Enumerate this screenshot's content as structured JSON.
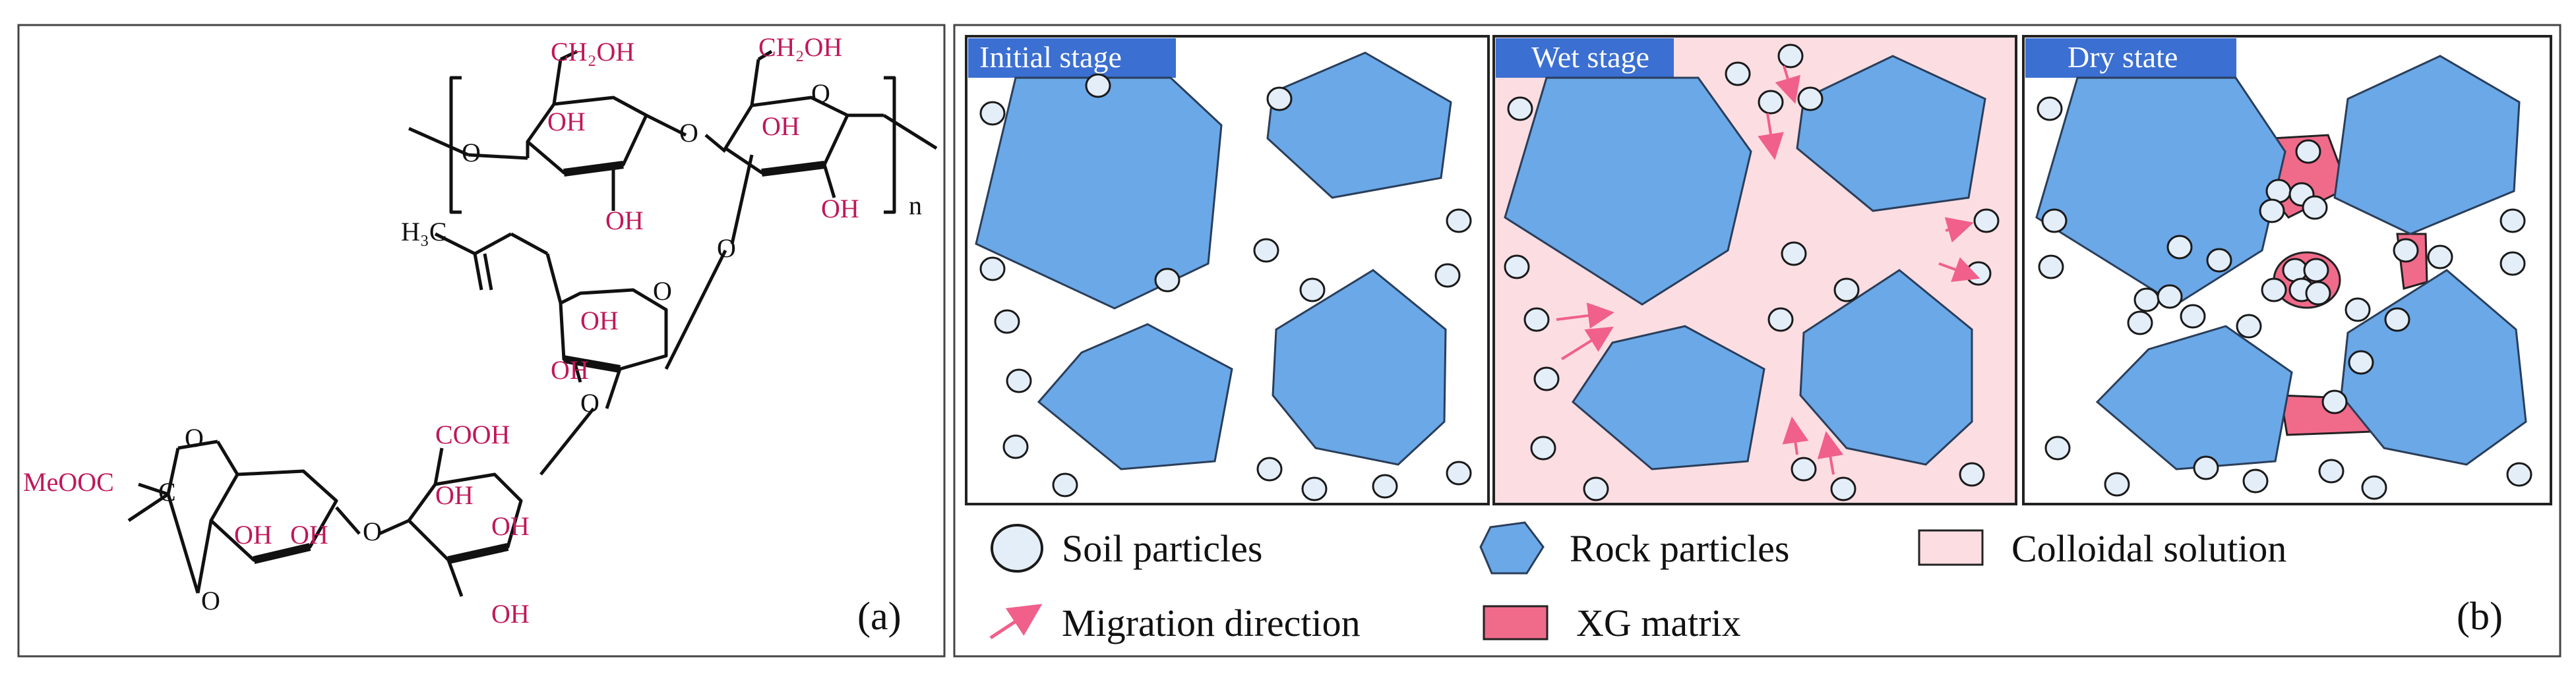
{
  "panel_a": {
    "label": "(a)",
    "groups": {
      "ch2oh_1": "CH₂OH",
      "ch2oh_2": "CH₂OH",
      "oh_1": "OH",
      "oh_2": "OH",
      "oh_3": "OH",
      "oh_4": "OH",
      "oh_5": "OH",
      "oh_6": "OH",
      "oh_7": "OH",
      "oh_8": "OH",
      "oh_9": "OH",
      "oh_10": "OH",
      "oh_11": "OH",
      "cooh": "COOH",
      "meooc": "MeOOC",
      "ch3": "H₃C",
      "carbon": "C",
      "repeat_n": "n",
      "ring_o": "O"
    }
  },
  "panel_b": {
    "label": "(b)",
    "stages": [
      {
        "title": "Initial stage"
      },
      {
        "title": "Wet stage"
      },
      {
        "title": "Dry state"
      }
    ],
    "legend": {
      "soil": "Soil particles",
      "rock": "Rock particles",
      "colloid": "Colloidal solution",
      "migration": "Migration direction",
      "xg": "XG matrix"
    }
  },
  "colors": {
    "rock_fill": "#6aa8e8",
    "rock_stroke": "#2a3e5a",
    "soil_fill": "#e4eef8",
    "soil_stroke": "#1a1a1a",
    "colloid_fill": "#fbdde2",
    "xg_fill": "#f06a8a",
    "arrow": "#f0608a",
    "title_bar": "#3b6fd1",
    "chem_accent": "#c0185a"
  }
}
